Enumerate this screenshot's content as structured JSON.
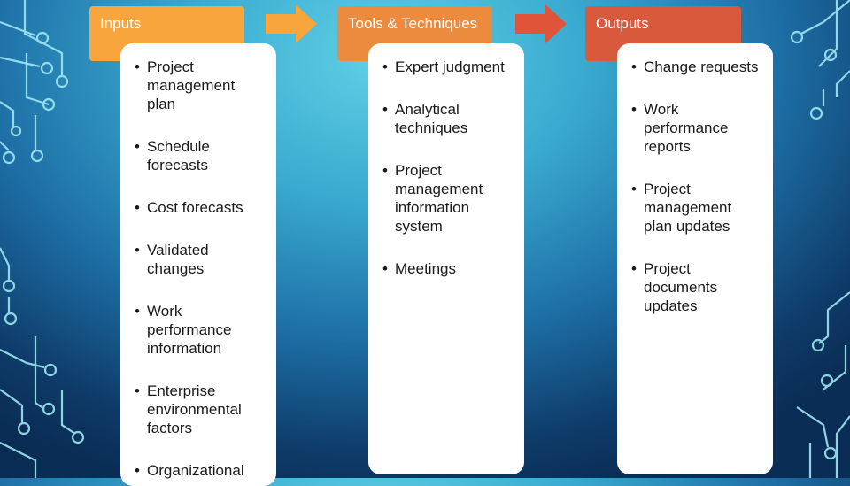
{
  "headers": {
    "inputs": "Inputs",
    "tools": "Tools & Techniques",
    "outputs": "Outputs"
  },
  "inputs": [
    "Project management plan",
    "Schedule forecasts",
    "Cost forecasts",
    "Validated changes",
    "Work performance information",
    "Enterprise environmental factors",
    "Organizational"
  ],
  "tools": [
    "Expert judgment",
    "Analytical techniques",
    "Project management information system",
    "Meetings"
  ],
  "outputs": [
    "Change requests",
    "Work performance reports",
    "Project management plan updates",
    "Project documents updates"
  ],
  "colors": {
    "inputs_header": "#f7a53c",
    "tools_header": "#ec8a3e",
    "outputs_header": "#d9593d",
    "arrow_1": "#f7a53c",
    "arrow_2": "#e0553a"
  }
}
